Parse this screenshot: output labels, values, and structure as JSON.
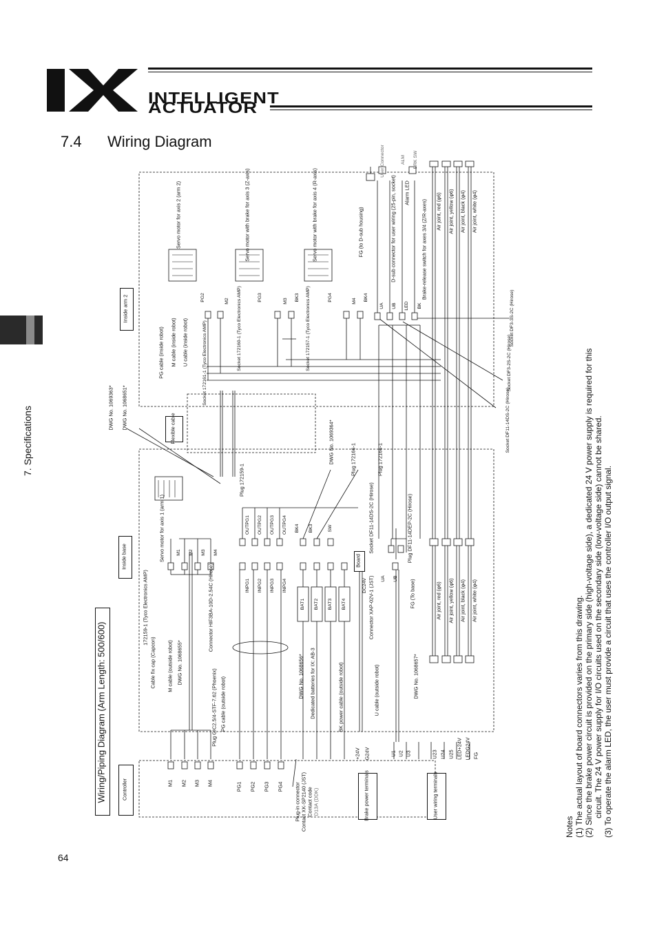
{
  "header": {
    "logo_mark": "IX",
    "brand_line1": "INTELLIGENT",
    "brand_line2": "ACTUATOR"
  },
  "section": {
    "number": "7.4",
    "title": "Wiring Diagram"
  },
  "side_tab": {
    "label": "7. Specifications"
  },
  "page_number": "64",
  "diagram": {
    "title": "Wiring/Piping Diagram (Arm Length: 500/600)",
    "zones": {
      "controller": "Controller",
      "inside_base": "Inside base",
      "inside_arm2": "Inside arm 2",
      "flexible_cable": "Flexible cable",
      "board": "Board"
    },
    "terminals": {
      "brake_power": "Brake power terminals",
      "user_wiring": "User wiring terminals"
    },
    "controller_pins": [
      "M1",
      "M2",
      "M3",
      "M4",
      "PG1",
      "PG2",
      "PG3",
      "PG4"
    ],
    "brake_pins": [
      "+24V",
      "G24V"
    ],
    "user_pins": [
      "U1",
      "U2",
      "U3",
      "U23",
      "U24",
      "U25",
      "LED+24V",
      "LEDG24V",
      "FG"
    ],
    "motors": {
      "axis1": "Servo motor for axis 1 (arm 1)",
      "axis2": "Servo motor for axis 2 (arm 2)",
      "axis3": "Servo motor with brake for axis 3 (Z-axis)",
      "axis4": "Servo motor with brake for axis 4 (R-axis)"
    },
    "base_labels": {
      "m_outside": "M cable (outside robot)",
      "dwg_855": "DWG No. 1068655*",
      "cable_cap": "Cable fix cap (Capcon)",
      "plug_tyco": "172159-1 (Tyco Electronics AMP)",
      "plug_phoenix": "Plug GIC2.5/4-STF-7.62 (Phoenix)",
      "pg_outside": "PG cable (outside robot)",
      "connector_hif": "Connector HIF3BA-10D-2.54C (Hirose)",
      "plugin_conn": "Plug-in connector",
      "contact_jst": "Contact XK-SP2140 (JST)",
      "contact_code": "Contact code",
      "d13a": "D13A (DDK)",
      "dwg_856": "DWG No. 1068656*",
      "batteries": "Dedicated batteries for IX: AB-3",
      "bk_outside": "BK power cable (outside robot)",
      "connector_xap": "Connector XAP-02V-1 (JST)",
      "u_outside": "U cable (outside robot)",
      "dwg_857": "DWG No. 1068657*",
      "fg_base": "FG (To base)",
      "plug_172159": "Plug 172159-1",
      "plug_172166_a": "Plug 172166-1",
      "plug_172166_b": "Plug 172166-1",
      "socket_df11_14ds": "Socket DF11-14DS-2C (Hirose)",
      "plug_df11_14dep": "Plug DF11-14DEP-2C (Hirose)",
      "dwg_863": "DWG No. 1069363*",
      "dwg_651": "DWG No. 1068651*",
      "dwg_364": "DWG No. 1069364*"
    },
    "base_pins": {
      "motor": [
        "M1",
        "M2",
        "M3",
        "M4"
      ],
      "outpg": [
        "OUTPG1",
        "OUTPG2",
        "OUTPG3",
        "OUTPG4"
      ],
      "inpg": [
        "INPG1",
        "INPG2",
        "INPG3",
        "INPG4"
      ],
      "bat": [
        "BAT1",
        "BAT2",
        "BAT3",
        "BAT4"
      ],
      "bk": [
        "BK4",
        "BK3",
        "SW"
      ],
      "dc": "DC24V",
      "ua": "UA",
      "ub": "UB"
    },
    "air_lines_base": [
      "Air joint, red (φ6)",
      "Air joint, yellow (φ6)",
      "Air joint, black (φ4)",
      "Air joint, white (φ4)"
    ],
    "arm_labels": {
      "pg_inside": "PG cable (inside robot)",
      "m_inside": "M cable (inside robot)",
      "u_inside": "U cable (inside robot)",
      "socket_172161": "Socket 172161-1 (Tyco Electronics AMP)",
      "socket_172160": "Socket 172160-1 (Tyco Electronics AMP)",
      "socket_172157": "Socket 172157-1 (Tyco Electronics AMP)",
      "fg_dsub": "FG (to D-sub housing)",
      "dsub": "D-sub connector for user wiring (25-pin, socket)",
      "alarm_led": "Alarm LED",
      "brake_switch": "Brake-release switch for axes 3/4 (Z/R-axes)",
      "socket_df11_14ds": "Socket DF11-14DS-2C (Hirose)",
      "socket_df3_2s": "Socket DF3-2S-2C (Hirose)",
      "socket_df3_3s": "Socket DF3-3S-2C (Hirose)",
      "user_conn": "User Connector",
      "alm": "ALM",
      "brk_sw": "BRK SW"
    },
    "arm_pins": {
      "pg": [
        "PG2",
        "PG3",
        "PG4"
      ],
      "m": [
        "M2",
        "M3",
        "M4"
      ],
      "bk": [
        "BK3",
        "BK4"
      ],
      "conn": [
        "UA",
        "UB",
        "LED",
        "BK"
      ]
    },
    "air_lines_arm": [
      "Air joint, red (φ6)",
      "Air joint, yellow (φ6)",
      "Air joint, black (φ4)",
      "Air joint, white (φ4)"
    ]
  },
  "notes": {
    "heading": "Notes",
    "n1": "(1)  The actual layout of board connectors varies from this drawing.",
    "n2a": "(2)  Since the brake power circuit is provided on the primary side (high-voltage side), a dedicated 24 V power supply is required for this",
    "n2b": "circuit. The 24 V power supply for I/O circuits used on the secondary side (low-voltage side) cannot be shared.",
    "n3": "(3)  To operate the alarm LED, the user must provide a circuit that uses the controller I/O output signal."
  }
}
